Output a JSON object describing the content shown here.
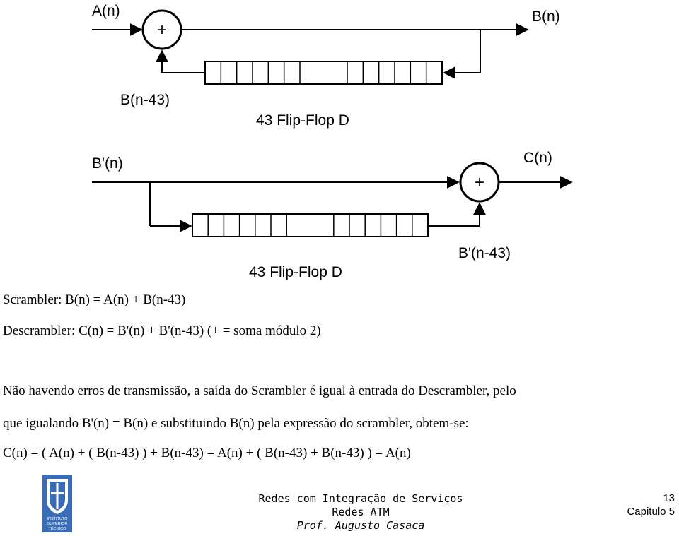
{
  "diagram": {
    "scrambler": {
      "input_label": "A(n)",
      "output_label": "B(n)",
      "feedback_label": "B(n-43)",
      "register_label": "43 Flip-Flop D",
      "adder_symbol": "+"
    },
    "descrambler": {
      "input_label": "B'(n)",
      "output_label": "C(n)",
      "feedback_label": "B'(n-43)",
      "register_label": "43 Flip-Flop D",
      "adder_symbol": "+"
    }
  },
  "text": {
    "scrambler_eq": "Scrambler: B(n) = A(n) + B(n-43)",
    "descrambler_eq": "Descrambler: C(n) = B'(n) + B'(n-43) (+ = soma módulo 2)",
    "para_line1": "Não havendo erros de transmissão, a saída do Scrambler é igual à entrada do Descrambler, pelo",
    "para_line2": "que igualando B'(n) = B(n) e substituindo B(n) pela expressão do scrambler, obtem-se:",
    "para_line3": "C(n) = ( A(n) + ( B(n-43) ) + B(n-43) = A(n) + ( B(n-43) + B(n-43) ) = A(n)"
  },
  "footer": {
    "course": "Redes com Integração de Serviços",
    "subject": "Redes ATM",
    "author": "Prof. Augusto Casaca",
    "page": "13",
    "chapter": "Capitulo 5",
    "logo_caption": [
      "INSTITUTO",
      "SUPERIOR",
      "TÉCNICO"
    ]
  },
  "colors": {
    "logo_blue": "#3a6db5"
  }
}
